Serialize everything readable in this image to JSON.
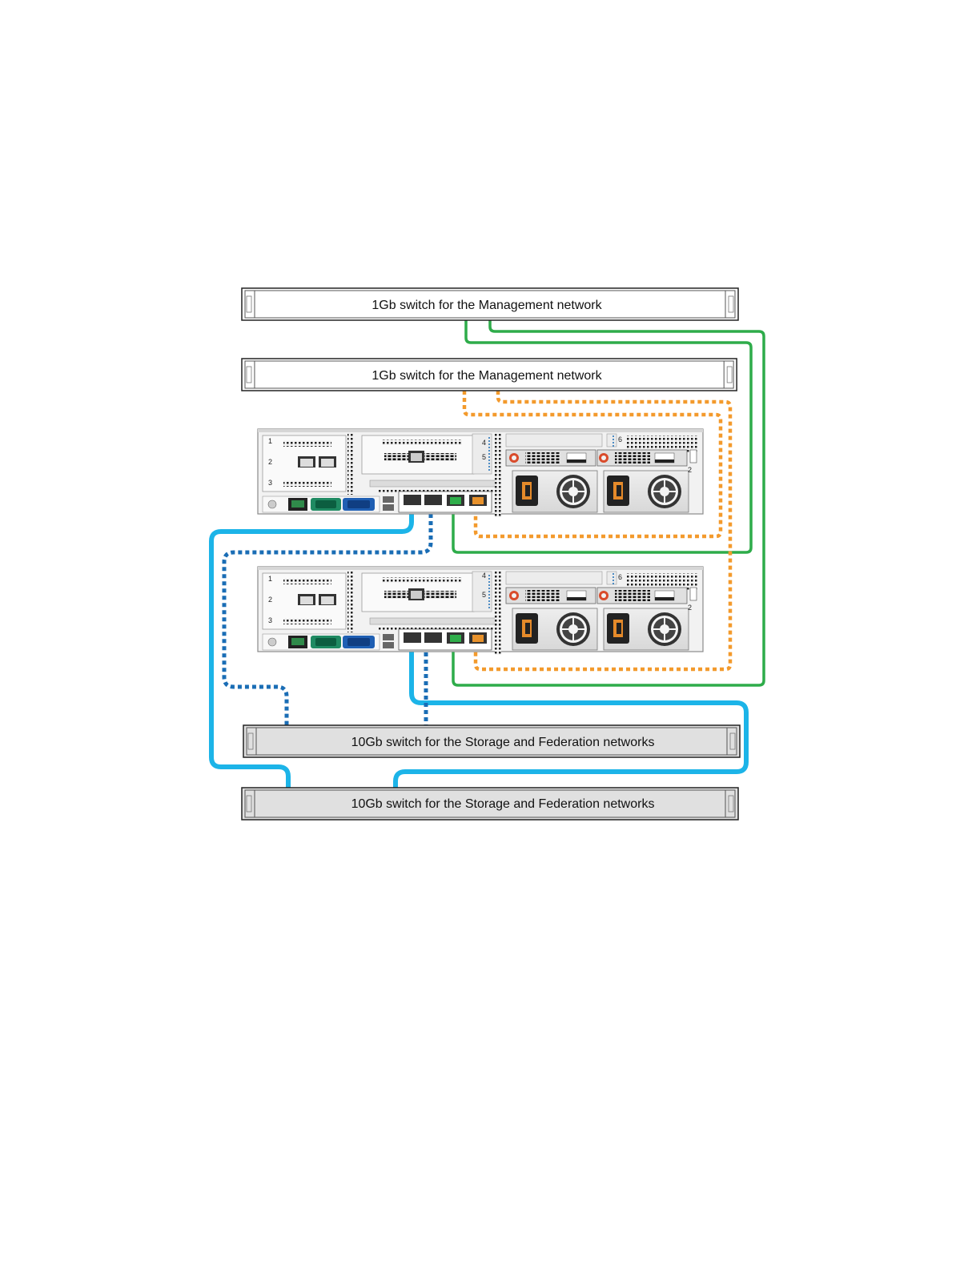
{
  "switches": {
    "mgmt_a": "1Gb switch for the Management network",
    "mgmt_b": "1Gb switch for the Management network",
    "storage_a": "10Gb switch for the Storage and Federation networks",
    "storage_b": "10Gb switch for the Storage and Federation networks"
  },
  "server_slots": {
    "left": [
      "1",
      "2",
      "3"
    ],
    "mid": [
      "4",
      "5"
    ],
    "right": [
      "6",
      "2"
    ]
  },
  "colors": {
    "management_a": "#2eac4a",
    "management_b": "#f39a2c",
    "storage_a": "#1cb4e8",
    "storage_b": "#1a6db5"
  },
  "icons": [
    "server-chassis-icon",
    "power-supply-icon",
    "fan-icon",
    "network-port-icon"
  ]
}
